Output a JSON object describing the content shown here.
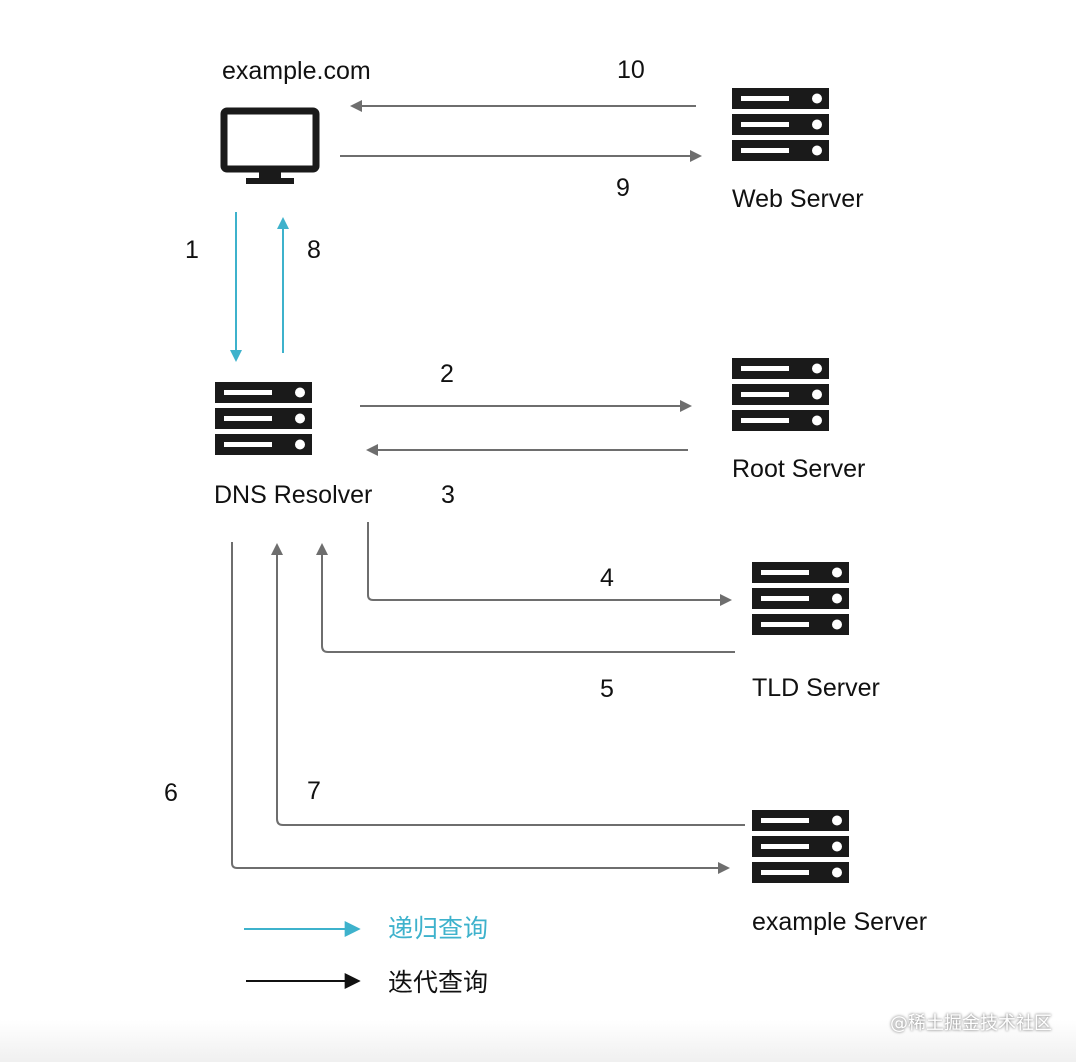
{
  "nodes": {
    "client": {
      "label": "example.com"
    },
    "web_server": {
      "label": "Web Server"
    },
    "dns_resolver": {
      "label": "DNS Resolver"
    },
    "root_server": {
      "label": "Root Server"
    },
    "tld_server": {
      "label": "TLD Server"
    },
    "example_server": {
      "label": "example Server"
    }
  },
  "steps": [
    "1",
    "2",
    "3",
    "4",
    "5",
    "6",
    "7",
    "8",
    "9",
    "10"
  ],
  "legend": {
    "recursive": {
      "label": "递归查询",
      "color": "#3eb2cc"
    },
    "iterative": {
      "label": "迭代查询",
      "color": "#111111"
    }
  },
  "colors": {
    "arrow_gray": "#6e6e6e",
    "recursive": "#3eb2cc",
    "server": "#1a1a1a"
  },
  "watermark": "@稀土掘金技术社区"
}
